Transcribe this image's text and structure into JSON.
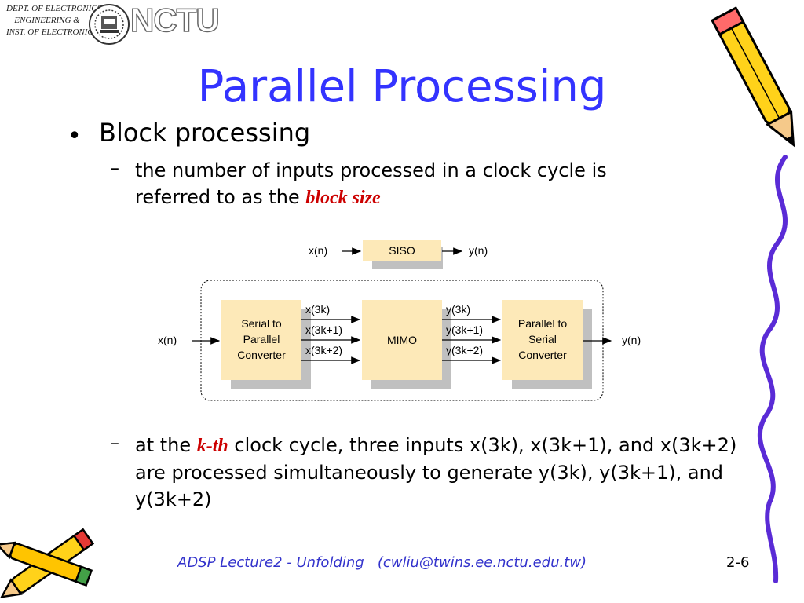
{
  "header": {
    "logo_lines": [
      "DEPT. OF ELECTRONICS",
      "ENGINEERING &",
      "INST. OF ELECTRONICS"
    ],
    "logo_mark": "NCTU"
  },
  "slide": {
    "title": "Parallel Processing",
    "bullet1": "Block processing",
    "sub1_part1": "the number of inputs processed in a clock cycle is referred to as the ",
    "sub1_em": "block size",
    "sub2_part1": "at the ",
    "sub2_em": "k-th",
    "sub2_part2": " clock cycle, three inputs x(3k), x(3k+1), and x(3k+2) are processed simultaneously to generate y(3k), y(3k+1), and y(3k+2)"
  },
  "diagram": {
    "siso": {
      "input": "x(n)",
      "label": "SISO",
      "output": "y(n)"
    },
    "block": {
      "input": "x(n)",
      "s2p": [
        "Serial to",
        "Parallel",
        "Converter"
      ],
      "mid_inputs": [
        "x(3k)",
        "x(3k+1)",
        "x(3k+2)"
      ],
      "mimo": "MIMO",
      "mid_outputs": [
        "y(3k)",
        "y(3k+1)",
        "y(3k+2)"
      ],
      "p2s": [
        "Parallel to",
        "Serial",
        "Converter"
      ],
      "output": "y(n)"
    },
    "colors": {
      "box_fill": "#fde9b8",
      "shadow": "#c0c0c0",
      "box_stroke": "#e0b060"
    }
  },
  "footer": {
    "text": "ADSP Lecture2 - Unfolding   (cwliu@twins.ee.nctu.edu.tw)",
    "page": "2-6"
  },
  "decor": {
    "icons": [
      "pencil-icon",
      "pencil-icon"
    ]
  }
}
